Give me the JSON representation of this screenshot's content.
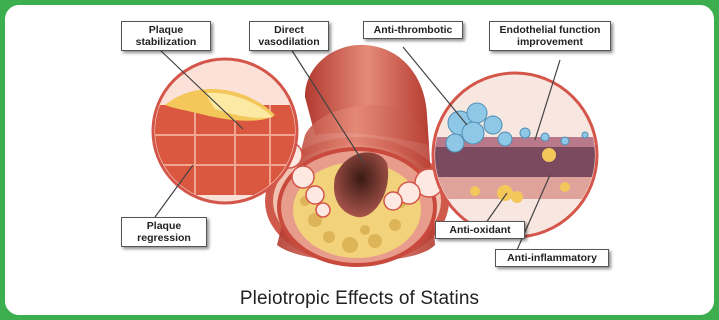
{
  "figure": {
    "caption": "Pleiotropic Effects of Statins",
    "labels": {
      "plaque_stabilization": "Plaque\nstabilization",
      "direct_vasodilation": "Direct\nvasodilation",
      "anti_thrombotic": "Anti-thrombotic",
      "endothelial_function": "Endothelial function\nimprovement",
      "plaque_regression": "Plaque\nregression",
      "anti_oxidant": "Anti-oxidant",
      "anti_inflammatory": "Anti-inflammatory"
    }
  },
  "colors": {
    "frame_green": "#3cae4e",
    "vessel_red": "#c94a3c",
    "plaque_yellow": "#f2d27a",
    "bubble_blue": "#8fc7e6"
  }
}
